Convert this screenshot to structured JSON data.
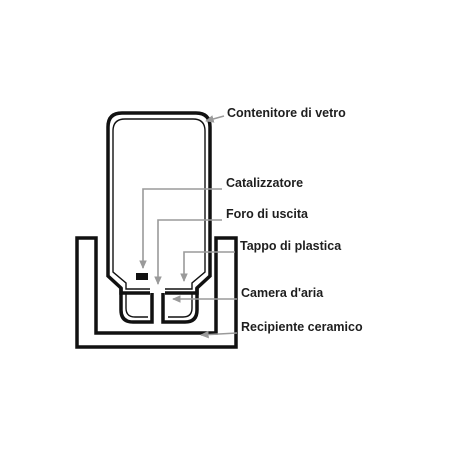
{
  "labels": {
    "glass_container": "Contenitore di vetro",
    "catalyst": "Catalizzatore",
    "outlet_hole": "Foro di uscita",
    "plastic_cap": "Tappo di plastica",
    "air_chamber": "Camera d'aria",
    "ceramic_vessel": "Recipiente ceramico"
  },
  "colors": {
    "outline": "#111111",
    "leader_line": "#9a9a9a",
    "text": "#1e1e1e",
    "background": "#ffffff"
  }
}
